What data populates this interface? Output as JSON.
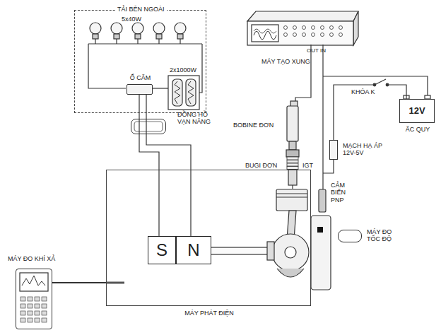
{
  "diagram": {
    "nodes": [
      {
        "text": [
          "TẢI BÊN NGOÀI"
        ]
      },
      {
        "text": [
          "Ổ CẮM"
        ],
        "in": 0
      },
      {
        "text": [
          "MÁY TẠO XUNG"
        ]
      },
      {
        "text": [
          "12V",
          "ẮC QUY"
        ]
      },
      {
        "text": [
          "ĐỒNG HỒ VẠN NĂNG"
        ]
      },
      {
        "text": [
          "MẠCH HẠ ÁP 12V-5V"
        ]
      },
      {
        "text": [
          "MÁY PHÁT ĐIỆN"
        ]
      },
      {
        "text": [
          "S"
        ],
        "in": 6
      },
      {
        "text": [
          "N"
        ],
        "in": 6
      },
      {
        "text": [
          "MÁY ĐO TỐC ĐỘ"
        ]
      },
      {
        "text": [
          "MÁY ĐO KHÍ XẢ"
        ]
      }
    ],
    "edges": [
      {
        "from": 1,
        "to": 7,
        "arrow": "none"
      },
      {
        "from": 1,
        "to": 8,
        "arrow": "none"
      },
      {
        "from": 3,
        "to": 5,
        "arrow": "none"
      },
      {
        "from": 10,
        "to": 6,
        "arrow": "none"
      }
    ],
    "labels": [
      "5x40W",
      "2x1000W",
      "OUT",
      "IN",
      "KHÓA K",
      "BOBINE ĐƠN",
      "BUGI ĐƠN",
      "IGT",
      "CẢM BIẾN PNP"
    ]
  }
}
